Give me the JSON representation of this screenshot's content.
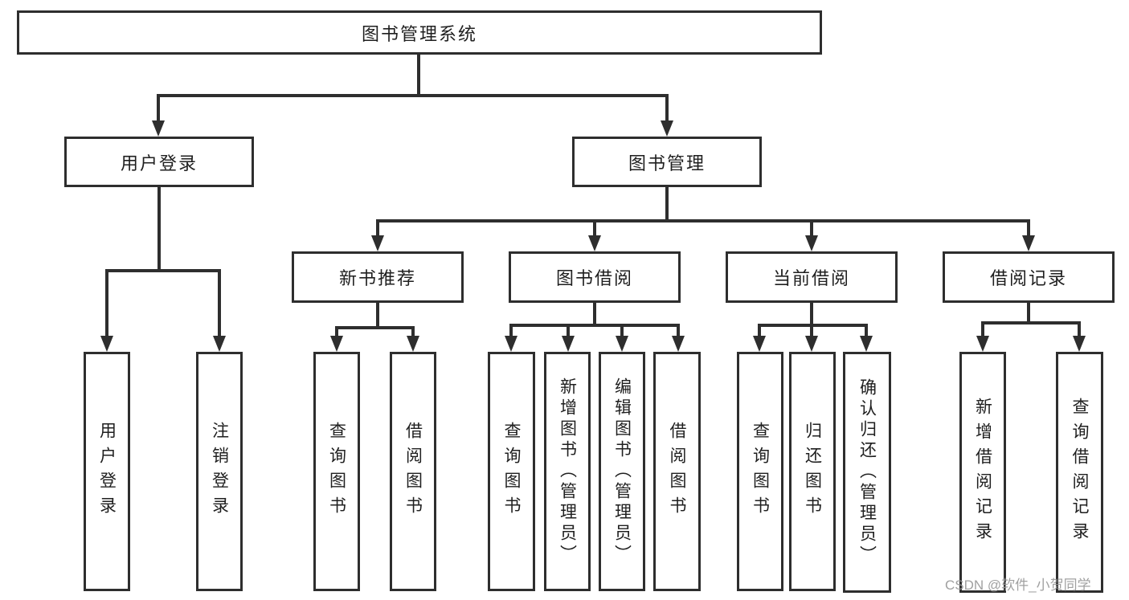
{
  "tree": {
    "label": "图书管理系统",
    "children": [
      {
        "label": "用户登录",
        "children": [
          {
            "label": "用户登录"
          },
          {
            "label": "注销登录"
          }
        ]
      },
      {
        "label": "图书管理",
        "children": [
          {
            "label": "新书推荐",
            "children": [
              {
                "label": "查询图书"
              },
              {
                "label": "借阅图书"
              }
            ]
          },
          {
            "label": "图书借阅",
            "children": [
              {
                "label": "查询图书"
              },
              {
                "label": "新增图书（管理员）"
              },
              {
                "label": "编辑图书（管理员）"
              },
              {
                "label": "借阅图书"
              }
            ]
          },
          {
            "label": "当前借阅",
            "children": [
              {
                "label": "查询图书"
              },
              {
                "label": "归还图书"
              },
              {
                "label": "确认归还（管理员）"
              }
            ]
          },
          {
            "label": "借阅记录",
            "children": [
              {
                "label": "新增借阅记录"
              },
              {
                "label": "查询借阅记录"
              }
            ]
          }
        ]
      }
    ]
  },
  "watermark": {
    "text": "CSDN @软件_小贺同学"
  },
  "colors": {
    "line": "#2e2e2e",
    "box_border": "#2e2e2e",
    "text": "#1f1f1f",
    "watermark": "#989898",
    "background": "#ffffff"
  }
}
